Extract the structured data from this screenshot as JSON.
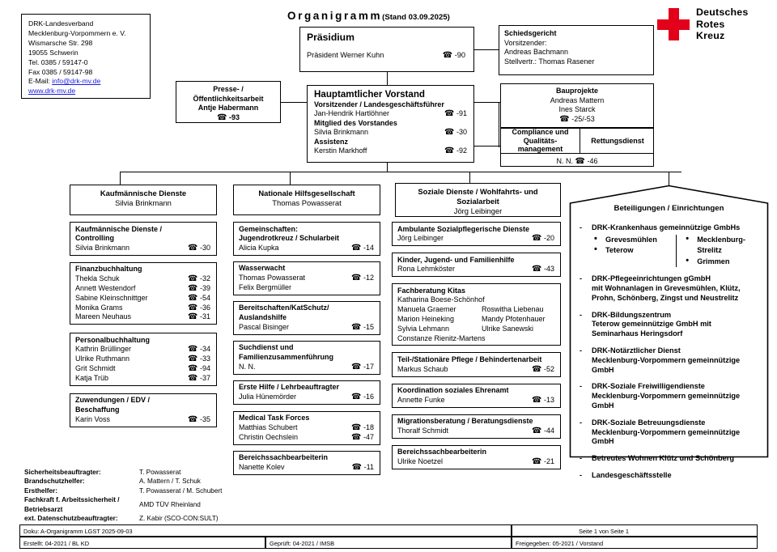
{
  "header": {
    "title": "Organigramm",
    "title_suffix": "(Stand 03.09.2025)",
    "logo_line1": "Deutsches",
    "logo_line2": "Rotes",
    "logo_line3": "Kreuz"
  },
  "address": {
    "line1": "DRK-Landesverband",
    "line2": "Mecklenburg-Vorpommern e. V.",
    "line3": "Wismarsche Str. 298",
    "line4": "19055 Schwerin",
    "line5": "Tel. 0385 / 59147-0",
    "line6": "Fax 0385 / 59147-98",
    "line7_label": "E-Mail: ",
    "line7_link": "info@drk-mv.de",
    "line8_link": "www.drk-mv.de"
  },
  "praesidium": {
    "title": "Präsidium",
    "person": "Präsident Werner Kuhn",
    "tel": "-90"
  },
  "schiedsgericht": {
    "title": "Schiedsgericht",
    "role": "Vorsitzender:",
    "person": "Andreas Bachmann",
    "deputy": "Stellvertr.: Thomas Rasener"
  },
  "presse": {
    "line1": "Presse- /",
    "line2": "Öffentlichkeitsarbeit",
    "person": "Antje Habermann",
    "tel": "-93"
  },
  "vorstand": {
    "title": "Hauptamtlicher Vorstand",
    "role1": "Vorsitzender / Landesgeschäftsführer",
    "person1": "Jan-Hendrik Hartlöhner",
    "tel1": "-91",
    "role2": "Mitglied des Vorstandes",
    "person2": "Silvia Brinkmann",
    "tel2": "-30",
    "role3": "Assistenz",
    "person3": "Kerstin Markhoff",
    "tel3": "-92"
  },
  "bauprojekte": {
    "title": "Bauprojekte",
    "person1": "Andreas Mattern",
    "person2": "Ines Starck",
    "tel": "-25/-53"
  },
  "compliance": {
    "cell1": "Compliance und Qualitäts-management",
    "cell1_l1": "Compliance und",
    "cell1_l2": "Qualitäts-",
    "cell1_l3": "management",
    "cell2": "Rettungsdienst",
    "nn": "N. N.",
    "tel": "-46"
  },
  "departments": [
    {
      "title": "Kaufmännische Dienste",
      "head": "Silvia Brinkmann"
    },
    {
      "title": "Nationale Hilfsgesellschaft",
      "head": "Thomas Powasserat"
    },
    {
      "title_l1": "Soziale Dienste / Wohlfahrts- und",
      "title_l2": "Sozialarbeit",
      "head": "Jörg Leibinger"
    }
  ],
  "column1": [
    {
      "id": "kaufm-controlling",
      "title_lines": [
        "Kaufmännische Dienste /",
        "Controlling"
      ],
      "people": [
        {
          "name": "Silvia Brinkmann",
          "tel": "-30"
        }
      ]
    },
    {
      "id": "finanzbuchhaltung",
      "title_lines": [
        "Finanzbuchhaltung"
      ],
      "people": [
        {
          "name": "Thekla Schuk",
          "tel": "-32"
        },
        {
          "name": "Annett Westendorf",
          "tel": "-39"
        },
        {
          "name": "Sabine Kleinschnittger",
          "tel": "-54"
        },
        {
          "name": "Monika Grams",
          "tel": "-36"
        },
        {
          "name": "Mareen Neuhaus",
          "tel": "-31"
        }
      ]
    },
    {
      "id": "personalbuchhaltung",
      "title_lines": [
        "Personalbuchhaltung"
      ],
      "people": [
        {
          "name": "Kathrin Brüllinger",
          "tel": "-34"
        },
        {
          "name": "Ulrike Ruthmann",
          "tel": "-33"
        },
        {
          "name": "Grit Schmidt",
          "tel": "-94"
        },
        {
          "name": "Katja Trüb",
          "tel": "-37"
        }
      ]
    },
    {
      "id": "zuwendungen-edv",
      "title_lines": [
        "Zuwendungen / EDV /",
        "Beschaffung"
      ],
      "people": [
        {
          "name": "Karin Voss",
          "tel": "-35"
        }
      ]
    }
  ],
  "column2": [
    {
      "id": "gemeinschaften-jrk",
      "title_lines": [
        "Gemeinschaften:",
        "Jugendrotkreuz / Schularbeit"
      ],
      "people": [
        {
          "name": "Alicia Kupka",
          "tel": "-14"
        }
      ]
    },
    {
      "id": "wasserwacht",
      "title_lines": [
        "Wasserwacht"
      ],
      "people": [
        {
          "name": "Thomas Powasserat",
          "tel": "-12"
        },
        {
          "name": "Felix Bergmüller",
          "tel": ""
        }
      ]
    },
    {
      "id": "bereitschaften",
      "title_lines": [
        "Bereitschaften/KatSchutz/",
        "Auslandshilfe"
      ],
      "people": [
        {
          "name": "Pascal Bisinger",
          "tel": "-15"
        }
      ]
    },
    {
      "id": "suchdienst",
      "title_lines": [
        "Suchdienst und",
        "Familienzusammenführung"
      ],
      "people": [
        {
          "name": "N. N.",
          "tel": "-17"
        }
      ]
    },
    {
      "id": "erste-hilfe",
      "title_lines": [
        "Erste Hilfe / Lehrbeauftragter"
      ],
      "people": [
        {
          "name": "Julia Hünemörder",
          "tel": "-16"
        }
      ]
    },
    {
      "id": "medical-task-forces",
      "title_lines": [
        "Medical Task Forces"
      ],
      "people": [
        {
          "name": "Matthias Schubert",
          "tel": "-18"
        },
        {
          "name": "Christin Oechslein",
          "tel": "-47"
        }
      ]
    },
    {
      "id": "bereichssachbearbeiterin-2",
      "title_lines": [
        "Bereichssachbearbeiterin"
      ],
      "people": [
        {
          "name": "Nanette Kolev",
          "tel": "-11"
        }
      ]
    }
  ],
  "column3": [
    {
      "id": "ambulante-dienste",
      "title_lines": [
        "Ambulante Sozialpflegerische Dienste"
      ],
      "people": [
        {
          "name": "Jörg Leibinger",
          "tel": "-20"
        }
      ]
    },
    {
      "id": "kinder-jugend",
      "title_lines": [
        "Kinder, Jugend- und Familienhilfe"
      ],
      "people": [
        {
          "name": "Rona Lehmköster",
          "tel": "-43"
        }
      ]
    },
    {
      "id": "fachberatung-kitas",
      "title_lines": [
        "Fachberatung Kitas"
      ],
      "people": [
        {
          "name": "Katharina Boese-Schönhof",
          "tel": ""
        }
      ],
      "pairs": [
        [
          "Manuela Graemer",
          "Roswitha Liebenau"
        ],
        [
          "Marion Heineking",
          "Mandy Pfotenhauer"
        ],
        [
          "Sylvia Lehmann",
          "Ulrike Sanewski"
        ]
      ],
      "last": "Constanze Rienitz-Martens"
    },
    {
      "id": "stationaere-pflege",
      "title_lines": [
        "Teil-/Stationäre Pflege / Behindertenarbeit"
      ],
      "people": [
        {
          "name": "Markus Schaub",
          "tel": "-52"
        }
      ]
    },
    {
      "id": "koordination-ehrenamt",
      "title_lines": [
        "Koordination soziales Ehrenamt"
      ],
      "people": [
        {
          "name": "Annette Funke",
          "tel": "-13"
        }
      ]
    },
    {
      "id": "migrationsberatung",
      "title_lines": [
        "Migrationsberatung / Beratungsdienste"
      ],
      "people": [
        {
          "name": "Thoralf Schmidt",
          "tel": "-44"
        }
      ]
    },
    {
      "id": "bereichssachbearbeiterin-3",
      "title_lines": [
        "Bereichssachbearbeiterin"
      ],
      "people": [
        {
          "name": "Ulrike Noetzel",
          "tel": "-21"
        }
      ]
    }
  ],
  "beteiligungen": {
    "title": "Beteiligungen / Einrichtungen",
    "items": [
      {
        "text": "DRK-Krankenhaus gemeinnützige GmbHs",
        "sub_left": [
          "Grevesmühlen",
          "Teterow"
        ],
        "sub_right": [
          "Mecklenburg-Strelitz",
          "Grimmen"
        ]
      },
      {
        "text": "DRK-Pflegeeinrichtungen gGmbH\nmit Wohnanlagen in Grevesmühlen, Klütz,\nProhn, Schönberg, Zingst und Neustrelitz"
      },
      {
        "text": "DRK-Bildungszentrum\nTeterow gemeinnützige GmbH mit\nSeminarhaus Heringsdorf"
      },
      {
        "text": "DRK-Notärztlicher Dienst\nMecklenburg-Vorpommern gemeinnützige GmbH"
      },
      {
        "text": "DRK-Soziale Freiwilligendienste\nMecklenburg-Vorpommern gemeinnützige GmbH"
      },
      {
        "text": "DRK-Soziale Betreuungsdienste\nMecklenburg-Vorpommern gemeinnützige GmbH"
      },
      {
        "text": "Betreutes Wohnen Klütz und Schönberg"
      },
      {
        "text": "Landesgeschäftsstelle"
      }
    ]
  },
  "legend": [
    {
      "key": "Sicherheitsbeauftragter:",
      "value": "T. Powasserat"
    },
    {
      "key": "Brandschutzhelfer:",
      "value": "A. Mattern / T. Schuk"
    },
    {
      "key": "Ersthelfer:",
      "value": "T. Powasserat / M. Schubert"
    },
    {
      "key": "Fachkraft f. Arbeitssicherheit /",
      "key2": "Betriebsarzt",
      "value": "AMD TÜV Rheinland"
    },
    {
      "key": "ext. Datenschutzbeauftragter:",
      "value": "Z. Kabir (SCO-CON:SULT)"
    }
  ],
  "footer": {
    "doku": "Doku: A-Organigramm LGST 2025-09-03",
    "seite": "Seite 1 von Seite 1",
    "erstellt": "Erstellt: 04-2021 / BL KD",
    "geprueft": "Geprüft: 04-2021 / IMSB",
    "freigegeben": "Freigegeben: 05-2021 / Vorstand"
  },
  "icons": {
    "phone": "☎"
  }
}
